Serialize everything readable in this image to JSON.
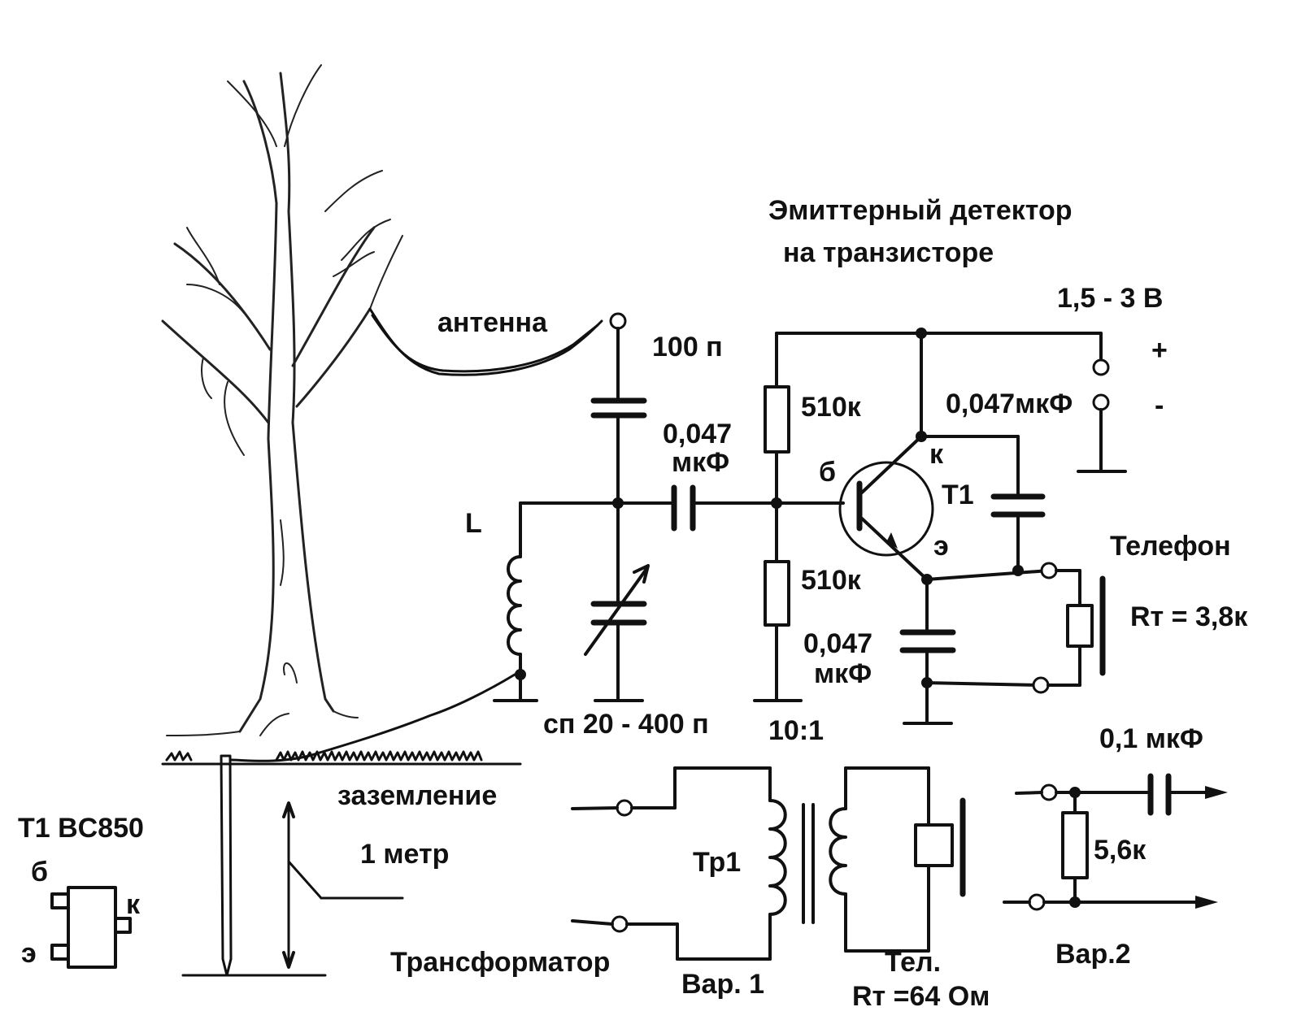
{
  "title": {
    "line1": "Эмиттерный детектор",
    "line2": "на транзисторе"
  },
  "labels": {
    "antenna": "антенна",
    "cap_antenna": "100 п",
    "cap_coupling_value": "0,047",
    "cap_coupling_unit": "мкФ",
    "inductor": "L",
    "var_cap": "сп 20 - 400 п",
    "r_upper": "510к",
    "r_lower": "510к",
    "cap_bottom_value": "0,047",
    "cap_bottom_unit": "мкФ",
    "cap_collector": "0,047мкФ",
    "supply": "1,5 - 3 В",
    "plus": "+",
    "minus": "-",
    "base": "б",
    "collector": "к",
    "emitter": "э",
    "transistor": "T1",
    "phone": "Телефон",
    "phone_r": "Rт = 3,8к",
    "ground": "заземление",
    "depth": "1 метр",
    "part_title": "T1 BC850",
    "pin_b": "б",
    "pin_k": "к",
    "pin_e": "э",
    "ratio": "10:1",
    "tr1": "Тр1",
    "transformer": "Трансформатор",
    "var1": "Вар. 1",
    "tel": "Тел.",
    "tel_r": "Rт =64  Ом",
    "cap_var2": "0,1 мкФ",
    "r_var2": "5,6к",
    "var2": "Вар.2"
  },
  "colors": {
    "ink": "#111111",
    "paper": "#ffffff"
  }
}
